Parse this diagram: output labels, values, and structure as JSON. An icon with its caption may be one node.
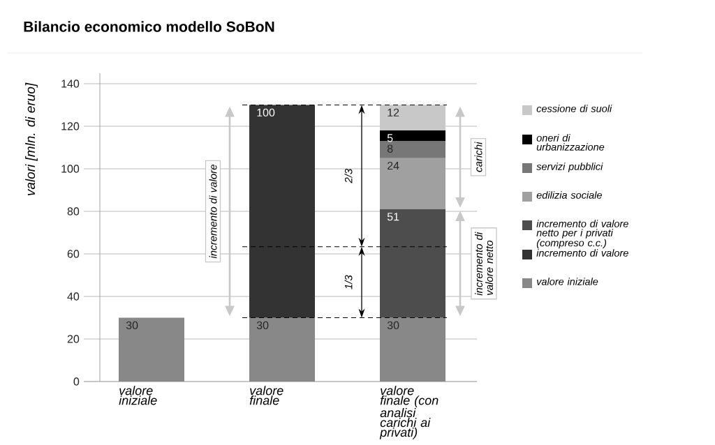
{
  "diagram": {
    "title": "Bilancio economico modello SoBoN",
    "chart_data": {
      "type": "bar",
      "stacked": true,
      "orientation": "vertical",
      "ylabel": "valori [mln. di eruo]",
      "categories": [
        "valore iniziale",
        "valore finale",
        "valore finale (con analisi carichi ai privati)"
      ],
      "ylim": [
        0,
        140
      ],
      "yticks": [
        0,
        20,
        40,
        60,
        80,
        100,
        120,
        140
      ],
      "data_labels": true,
      "series": [
        {
          "name": "valore iniziale",
          "color": "#888888",
          "values": [
            30,
            30,
            30
          ]
        },
        {
          "name": "incremento di valore",
          "color": "#333333",
          "values": [
            null,
            100,
            null
          ]
        },
        {
          "name": "incremento di valore netto per i privati (compreso c.c.)",
          "color": "#4d4d4d",
          "values": [
            null,
            null,
            51
          ]
        },
        {
          "name": "edilizia sociale",
          "color": "#a0a0a0",
          "values": [
            null,
            null,
            24
          ]
        },
        {
          "name": "servizi pubblici",
          "color": "#777777",
          "values": [
            null,
            null,
            8
          ]
        },
        {
          "name": "oneri di urbanizzazione",
          "color": "#000000",
          "values": [
            null,
            null,
            5
          ]
        },
        {
          "name": "cessione di suoli",
          "color": "#c8c8c8",
          "values": [
            null,
            null,
            12
          ]
        }
      ],
      "grid": "y",
      "legend": "right",
      "ref_lines": [
        {
          "axis": "y",
          "value": 130
        },
        {
          "axis": "y",
          "value": 63.33
        },
        {
          "axis": "y",
          "value": 30
        }
      ]
    },
    "labels": [
      "incremento di valore",
      "2/3",
      "1/3",
      "carichi",
      "incremento di valore netto"
    ]
  }
}
